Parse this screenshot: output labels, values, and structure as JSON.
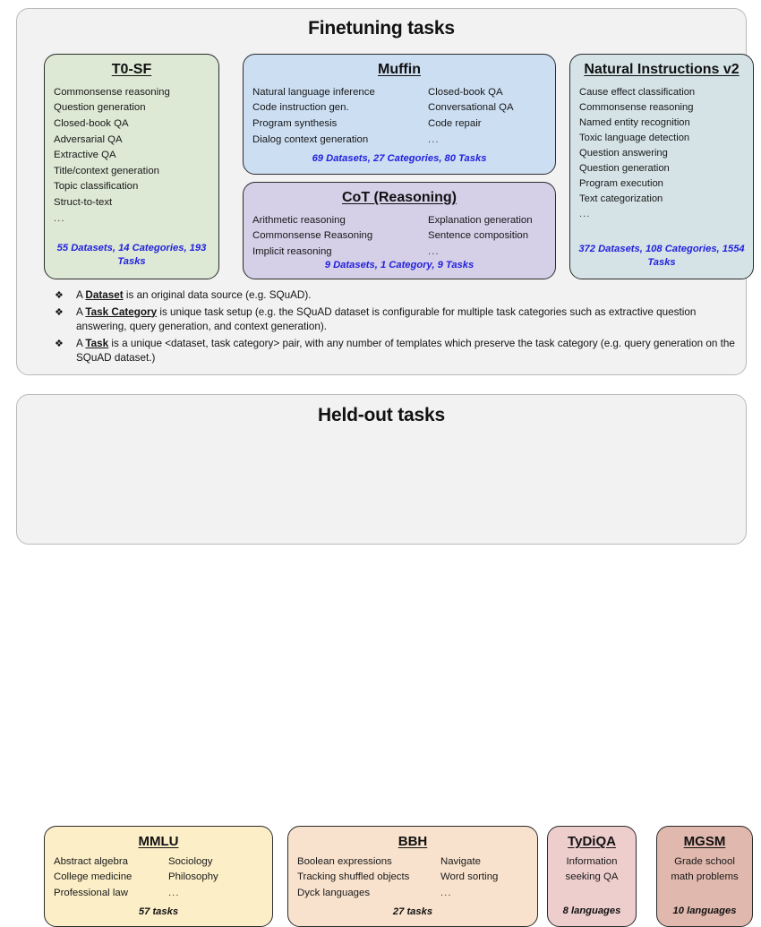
{
  "colors": {
    "page_background": "#ffffff",
    "section_background": "#f2f2f2",
    "section_border": "#b9b9b9",
    "card_border": "#2b2b2b",
    "stats_blue": "#2222dd",
    "t0sf": "#dde8d5",
    "muffin": "#ccdef2",
    "cot": "#d5cfe8",
    "niv2": "#d5e3e6",
    "mmlu": "#fcefc8",
    "bbh": "#f8e2cd",
    "tydiqa": "#eecdcd",
    "mgsm": "#e0b8ad"
  },
  "finetuning": {
    "title": "Finetuning tasks",
    "cards": {
      "t0sf": {
        "title": "T0-SF",
        "items": [
          "Commonsense reasoning",
          "Question generation",
          "Closed-book QA",
          "Adversarial QA",
          "Extractive QA",
          "Title/context generation",
          "Topic classification",
          "Struct-to-text",
          "..."
        ],
        "stats": "55 Datasets, 14 Categories, 193 Tasks"
      },
      "muffin": {
        "title": "Muffin",
        "items_left": [
          "Natural language inference",
          "Code instruction gen.",
          "Program synthesis",
          "Dialog context generation"
        ],
        "items_right": [
          "Closed-book QA",
          "Conversational QA",
          "Code repair",
          "..."
        ],
        "stats": "69 Datasets, 27 Categories, 80 Tasks"
      },
      "cot": {
        "title": "CoT (Reasoning)",
        "items_left": [
          "Arithmetic reasoning",
          "Commonsense Reasoning",
          "Implicit reasoning"
        ],
        "items_right": [
          "Explanation generation",
          "Sentence composition",
          "..."
        ],
        "stats": "9 Datasets, 1 Category, 9 Tasks"
      },
      "niv2": {
        "title": "Natural Instructions v2",
        "items": [
          "Cause effect classification",
          "Commonsense reasoning",
          "Named entity recognition",
          "Toxic language detection",
          "Question answering",
          "Question generation",
          "Program execution",
          "Text categorization",
          "..."
        ],
        "stats": "372 Datasets, 108 Categories, 1554 Tasks"
      }
    },
    "definitions": {
      "bullet_glyph": "❖",
      "items": [
        {
          "lead": "A ",
          "term": "Dataset",
          "rest": " is an original data source (e.g. SQuAD)."
        },
        {
          "lead": "A ",
          "term": "Task Category",
          "rest": " is unique task setup (e.g. the SQuAD dataset is configurable for multiple task categories such as extractive question answering, query generation, and context generation)."
        },
        {
          "lead": "A ",
          "term": "Task",
          "rest": " is a unique <dataset, task category> pair, with any number of templates which preserve the task category (e.g. query generation on the SQuAD dataset.)"
        }
      ]
    }
  },
  "heldout": {
    "title": "Held-out tasks",
    "cards": {
      "mmlu": {
        "title": "MMLU",
        "items_left": [
          "Abstract algebra",
          "College medicine",
          "Professional law"
        ],
        "items_right": [
          "Sociology",
          "Philosophy",
          "..."
        ],
        "stats": "57 tasks"
      },
      "bbh": {
        "title": "BBH",
        "items_left": [
          "Boolean expressions",
          "Tracking shuffled objects",
          "Dyck languages"
        ],
        "items_right": [
          "Navigate",
          "Word sorting",
          "..."
        ],
        "stats": "27 tasks"
      },
      "tydiqa": {
        "title": "TyDiQA",
        "items": [
          "Information",
          "seeking QA"
        ],
        "stats": "8 languages"
      },
      "mgsm": {
        "title": "MGSM",
        "items": [
          "Grade school",
          "math problems"
        ],
        "stats": "10 languages"
      }
    }
  }
}
